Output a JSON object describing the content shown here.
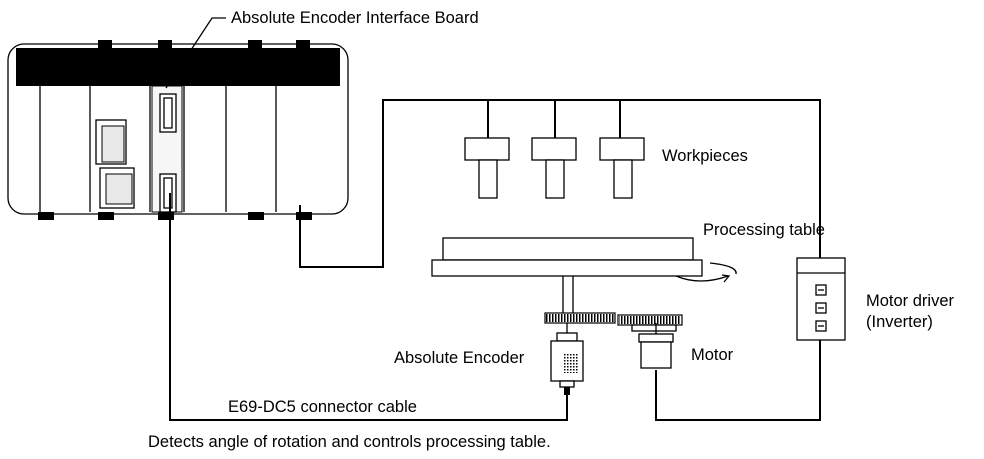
{
  "labels": {
    "interface_board": "Absolute Encoder Interface Board",
    "workpieces": "Workpieces",
    "processing_table": "Processing table",
    "motor_driver_line1": "Motor driver",
    "motor_driver_line2": "(Inverter)",
    "absolute_encoder": "Absolute Encoder",
    "motor": "Motor",
    "cable": "E69-DC5 connector cable",
    "caption": "Detects angle of rotation and controls processing table."
  }
}
